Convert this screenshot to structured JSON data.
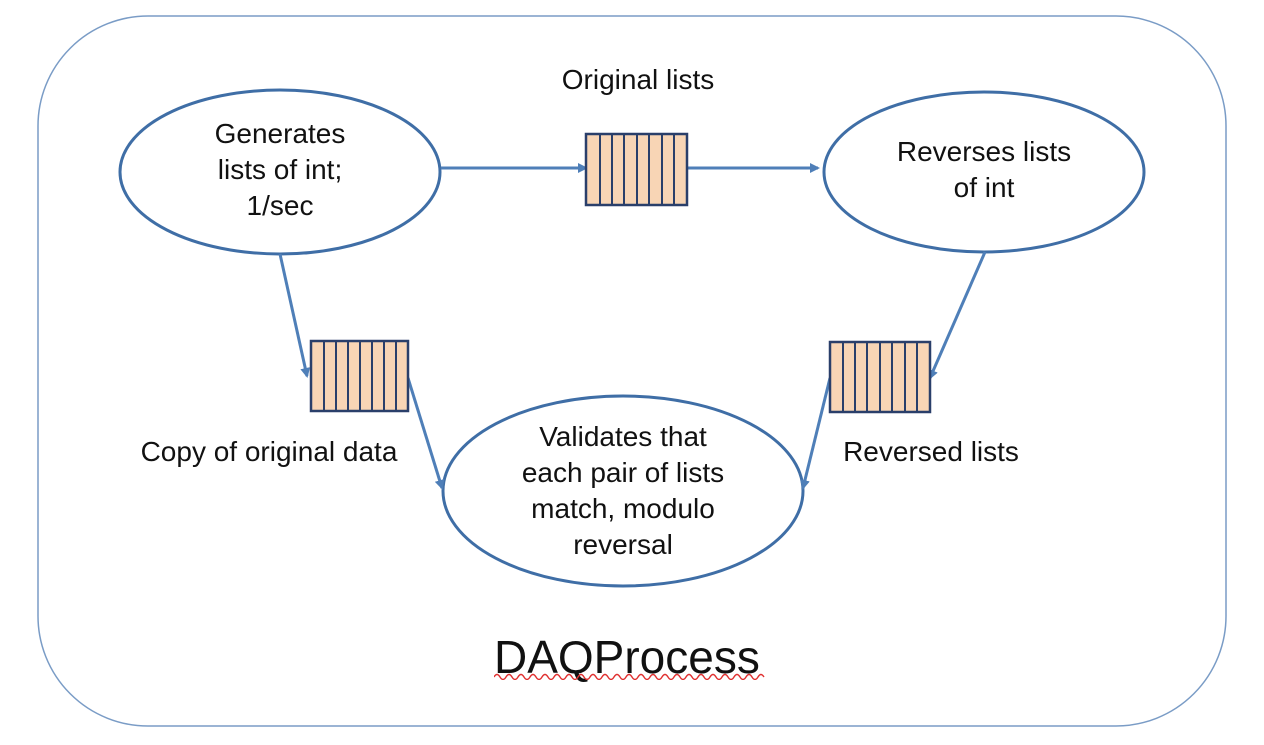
{
  "title": "DAQProcess",
  "nodes": {
    "generator": [
      "Generates",
      "lists of int;",
      "1/sec"
    ],
    "reverser": [
      "Reverses lists",
      "of int"
    ],
    "validator": [
      "Validates that",
      "each pair of lists",
      "match, modulo",
      "reversal"
    ]
  },
  "queues": {
    "original": "Original lists",
    "copy": "Copy of original data",
    "reversed": "Reversed lists"
  },
  "colors": {
    "frame": "#7a9cc6",
    "ellipse_stroke": "#3f6ea6",
    "arrow": "#4f7fb8",
    "queue_fill": "#f8d5b5",
    "queue_stroke": "#2a3f6a",
    "spellcheck": "#e03030"
  }
}
